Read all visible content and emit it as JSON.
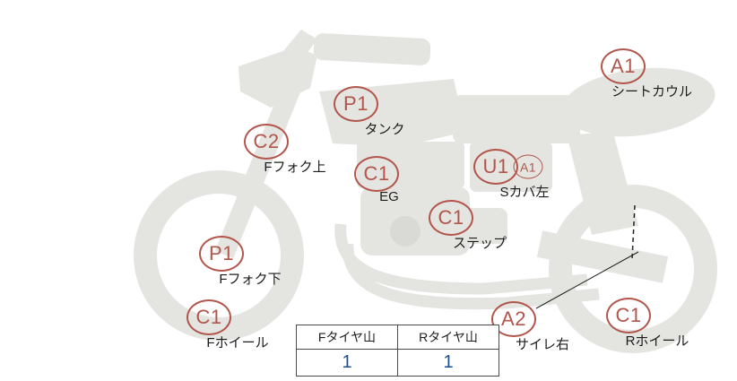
{
  "bike_chart": {
    "description": "motorcycle-condition-diagram",
    "markers": [
      {
        "code": "A1",
        "label": "シートカウル"
      },
      {
        "code": "P1",
        "label": "タンク"
      },
      {
        "code": "C2",
        "label": "Fフォク上"
      },
      {
        "code": "C1",
        "label": "EG"
      },
      {
        "code": "U1",
        "sub_code": "A1",
        "label": "Sカバ左"
      },
      {
        "code": "C1",
        "label": "ステップ"
      },
      {
        "code": "P1",
        "label": "Fフォク下"
      },
      {
        "code": "C1",
        "label": "Fホイール"
      },
      {
        "code": "A2",
        "label": "サイレ右"
      },
      {
        "code": "C1",
        "label": "Rホイール"
      }
    ],
    "tire_table": {
      "headers": [
        "Fタイヤ山",
        "Rタイヤ山"
      ],
      "values": [
        "1",
        "1"
      ]
    },
    "colors": {
      "marker": "#b2554b",
      "tire_value": "#1d4f91",
      "bike_body": "#e4e4e1"
    }
  }
}
